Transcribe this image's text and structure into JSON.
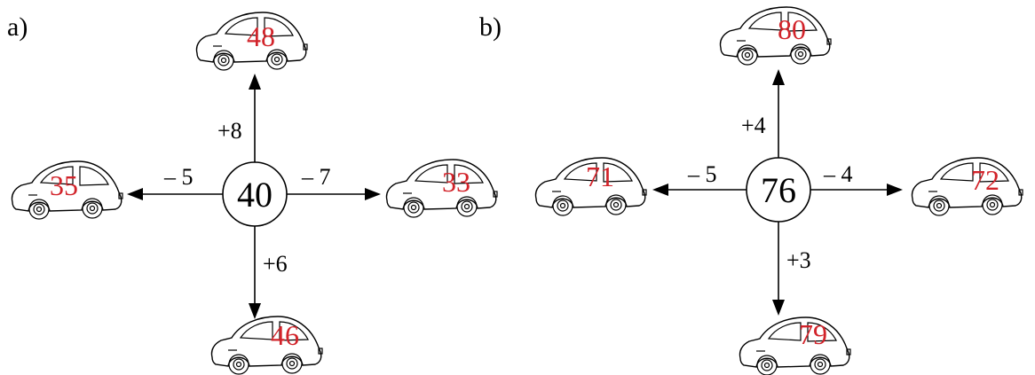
{
  "panels": [
    {
      "label": "a)",
      "center": "40",
      "up": {
        "op": "+8",
        "result": "48"
      },
      "left": {
        "op": "– 5",
        "result": "35"
      },
      "right": {
        "op": "– 7",
        "result": "33"
      },
      "down": {
        "op": "+6",
        "result": "46"
      }
    },
    {
      "label": "b)",
      "center": "76",
      "up": {
        "op": "+4",
        "result": "80"
      },
      "left": {
        "op": "– 5",
        "result": "71"
      },
      "right": {
        "op": "– 4",
        "result": "72"
      },
      "down": {
        "op": "+3",
        "result": "79"
      }
    }
  ],
  "colors": {
    "result": "#d2232a",
    "ink": "#000000"
  }
}
